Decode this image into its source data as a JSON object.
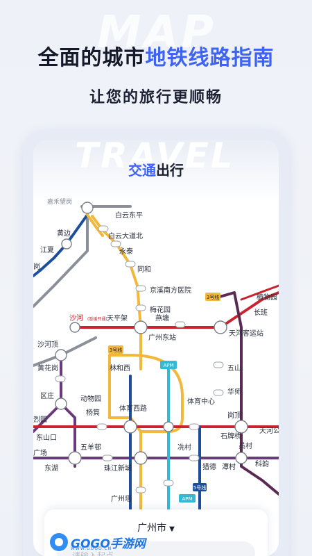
{
  "page": {
    "bg_word": "MAP",
    "headline_part1": "全面的城市",
    "headline_part2": "地铁线路指南",
    "subline": "让您的旅行更顺畅"
  },
  "screen": {
    "bg_word": "TRAVEL",
    "title_part1": "交通",
    "title_part2": "出行"
  },
  "colors": {
    "accent": "#3f63f3",
    "line_yellow": "#f2b83c",
    "line_red": "#c8242f",
    "line_purple": "#6b3a7c",
    "line_blue": "#1d4e9c",
    "line_teal": "#33b4c9",
    "line_gray": "#8b8f98",
    "line_darkpurple": "#5a2a52",
    "line_apm": "#34b9d6"
  },
  "map": {
    "stations": {
      "jiahe": "嘉禾望岗",
      "baiyun_dongping": "白云东平",
      "huangbian": "黄边",
      "baiyun_dadaobei": "白云大道北",
      "jiangxia": "江夏",
      "yongtai": "永泰",
      "gang": "岗",
      "tonghe": "同和",
      "jingxi": "京溪南方医院",
      "meihuayuan": "梅花园",
      "zhiwuyuan": "植物园",
      "shahe": "沙河",
      "shahe_note": "(暂缓开通)",
      "tianpingjia": "天平架",
      "yantang": "燕塘",
      "changban": "长班",
      "guangzhoudong": "广州东站",
      "tianhe_keyunzhan": "天河客运站",
      "shahedong": "沙河顶",
      "huanghuagang": "黄花岗",
      "linhexi": "林和西",
      "wushan": "五山",
      "huajing": "华师",
      "tiyuzhongxin": "体育中心",
      "quzhuang": "区庄",
      "dongwuyuan": "动物园",
      "gangding": "岗顶",
      "yangji": "杨箕",
      "tiyuxilu": "体育西路",
      "shipaiqiao": "石牌桥",
      "tianhegong": "天河公",
      "lieyuan": "烈园",
      "dongshankou": "东山口",
      "yuancun": "员村",
      "guangchang": "广场",
      "wuyangcun": "五羊邨",
      "xiancun": "冼村",
      "kecun": "科韵",
      "donghu": "东湖",
      "zhujiangxincheng": "珠江新城",
      "liede": "猎德",
      "tancun": "潭村",
      "guangzhouta": "广州塔",
      "apm": "APM",
      "line3": "3号线",
      "line3_2": "3号线",
      "line5": "5号线"
    }
  },
  "city_card": {
    "city": "广州市",
    "search_placeholder": "请输入起点"
  },
  "watermark": {
    "brand": "GOGO手游网",
    "sub": "WWW.GOGO.CN"
  }
}
